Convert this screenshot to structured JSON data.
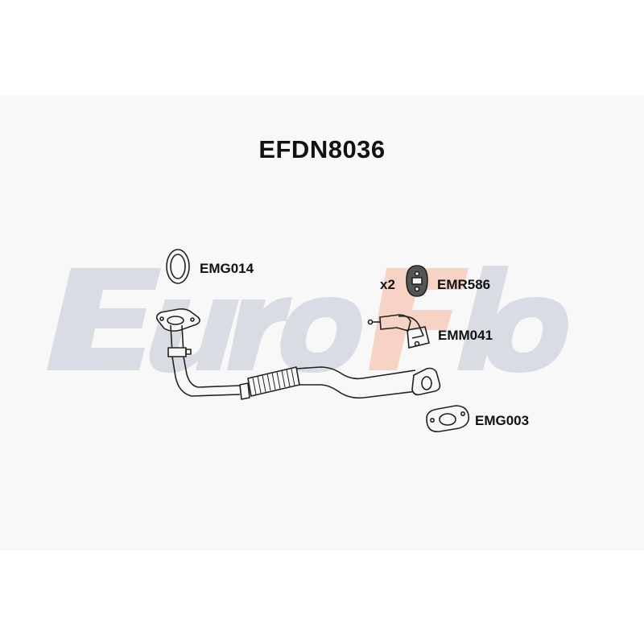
{
  "title": "EFDN8036",
  "watermark": {
    "text": "EuroFlo",
    "color": "#cfd3dd",
    "accent": "#f6c9b8"
  },
  "parts": [
    {
      "code": "EMG014"
    },
    {
      "code": "EMR586",
      "quantity": "x2"
    },
    {
      "code": "EMM041"
    },
    {
      "code": "EMG003"
    }
  ]
}
